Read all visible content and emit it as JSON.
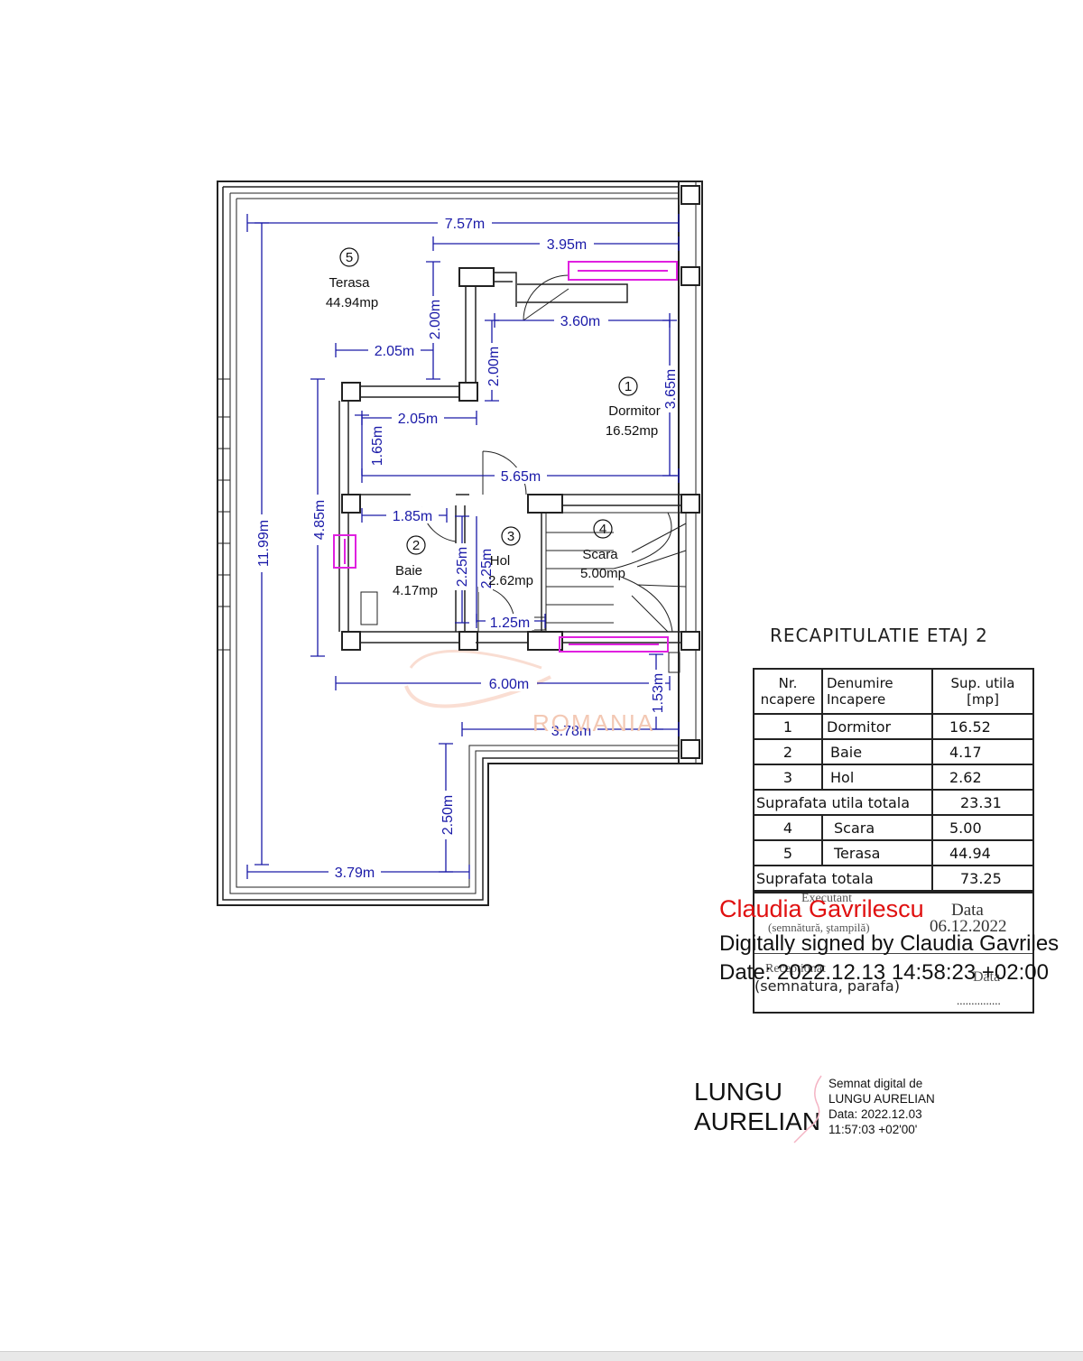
{
  "plan": {
    "dimensions": [
      "7.57m",
      "3.95m",
      "3.60m",
      "3.65m",
      "2.00m",
      "2.00m",
      "2.05m",
      "2.05m",
      "1.65m",
      "5.65m",
      "1.85m",
      "2.25m",
      "2.25m",
      "1.25m",
      "4.85m",
      "11.99m",
      "6.00m",
      "1.53m",
      "3.78m",
      "2.50m",
      "3.79m"
    ],
    "rooms": [
      {
        "num": "1",
        "name": "Dormitor",
        "area": "16.52mp"
      },
      {
        "num": "2",
        "name": "Baie",
        "area": "4.17mp"
      },
      {
        "num": "3",
        "name": "Hol",
        "area": "2.62mp"
      },
      {
        "num": "4",
        "name": "Scara",
        "area": "5.00mp"
      },
      {
        "num": "5",
        "name": "Terasa",
        "area": "44.94mp"
      }
    ]
  },
  "recap": {
    "title": "RECAPITULATIE ETAJ 2",
    "headers": {
      "nr": "Nr. ncapere",
      "den_1": "Denumire",
      "den_2": "Incapere",
      "sup_1": "Sup. utila",
      "sup_2": "[mp]"
    },
    "rows": [
      {
        "nr": "1",
        "name": "Dormitor",
        "sup": "16.52"
      },
      {
        "nr": "2",
        "name": "Baie",
        "sup": "4.17"
      },
      {
        "nr": "3",
        "name": "Hol",
        "sup": "2.62"
      }
    ],
    "subtotal_label": "Suprafata utila totala",
    "subtotal_value": "23.31",
    "rows2": [
      {
        "nr": "4",
        "name": "Scara",
        "sup": "5.00"
      },
      {
        "nr": "5",
        "name": "Terasa",
        "sup": "44.94"
      }
    ],
    "total_label": "Suprafata totala",
    "total_value": "73.25",
    "executant": "Executant",
    "exec_sub": "(semnătură, ştampilă)",
    "data_label": "Data",
    "date": "06.12.2022",
    "receptionat": "Receptionat",
    "recv_sub": "(semnatura, parafa)",
    "data_label2": "Data",
    "dots": "..............."
  },
  "signatures": {
    "red_name": "Claudia Gavrilescu",
    "digital_line": "Digitally signed by Claudia Gavriles",
    "date_line": "Date: 2022.12.13 14:58:23 +02:00",
    "lungu_line1": "LUNGU",
    "lungu_line2": "AURELIAN",
    "lungu_detail": [
      "Semnat digital de",
      "LUNGU AURELIAN",
      "Data: 2022.12.03",
      "11:57:03 +02'00'"
    ]
  },
  "watermark": "ROMANIA",
  "colors": {
    "dimension": "#1a1aa8",
    "window": "#e020e0",
    "signature_red": "#e01010",
    "wall": "#222222"
  }
}
